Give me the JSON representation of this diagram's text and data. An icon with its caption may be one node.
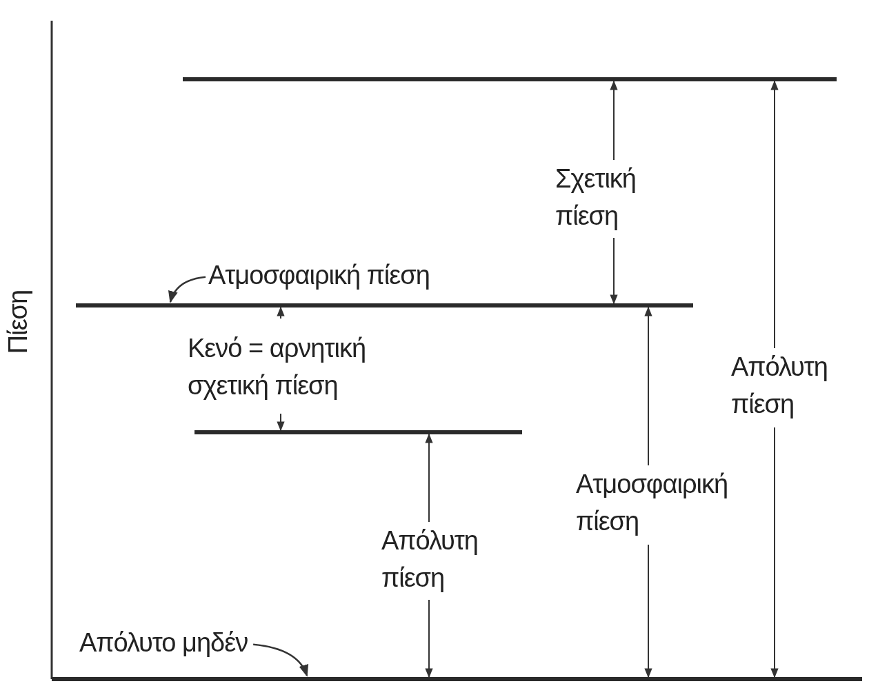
{
  "diagram": {
    "nodes": [
      {
        "text": [],
        "shape": "bar"
      },
      {
        "text": [
          "Ατμοσφαιρική πίεση"
        ]
      },
      {
        "text": [],
        "shape": "bar"
      },
      {
        "text": [],
        "shape": "bar"
      },
      {
        "text": [
          "Απόλυτο μηδέν"
        ]
      },
      {
        "text": [],
        "shape": "bar"
      }
    ],
    "edges": [
      {
        "from": 1,
        "to": 2,
        "arrow": "to"
      },
      {
        "from": 4,
        "to": 5,
        "arrow": "to"
      }
    ],
    "labels": [
      "Σχετική πίεση",
      "Πίεση",
      "Κενό = αρνητική σχετική πίεση",
      "Απόλυτη πίεση",
      "Ατμοσφαιρική πίεση",
      "Απόλυτη πίεση"
    ]
  }
}
